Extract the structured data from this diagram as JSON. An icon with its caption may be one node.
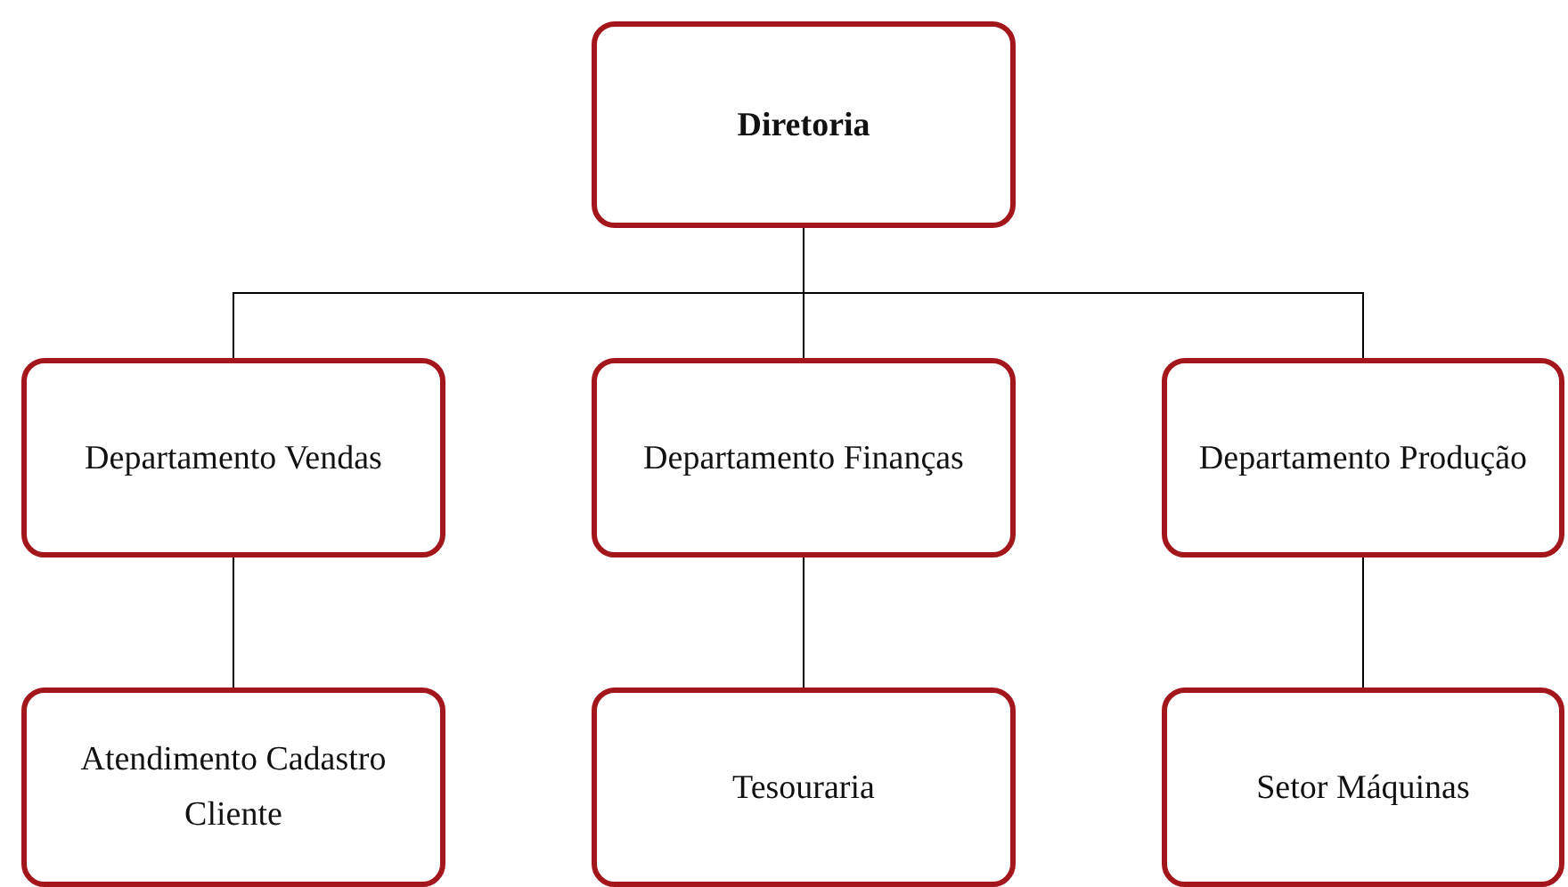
{
  "diagram": {
    "nodes": [
      {
        "text": [
          "Diretoria"
        ]
      },
      {
        "text": [
          "Departamento Vendas"
        ]
      },
      {
        "text": [
          "Departamento Finanças"
        ]
      },
      {
        "text": [
          "Departamento Produção"
        ]
      },
      {
        "text": [
          "Atendimento Cadastro Cliente"
        ]
      },
      {
        "text": [
          "Tesouraria"
        ]
      },
      {
        "text": [
          "Setor Máquinas"
        ]
      }
    ],
    "edges": [
      {
        "from": 0,
        "to": 1,
        "arrow": "none"
      },
      {
        "from": 0,
        "to": 2,
        "arrow": "none"
      },
      {
        "from": 0,
        "to": 3,
        "arrow": "none"
      },
      {
        "from": 1,
        "to": 4,
        "arrow": "none"
      },
      {
        "from": 2,
        "to": 5,
        "arrow": "none"
      },
      {
        "from": 3,
        "to": 6,
        "arrow": "none"
      }
    ]
  }
}
